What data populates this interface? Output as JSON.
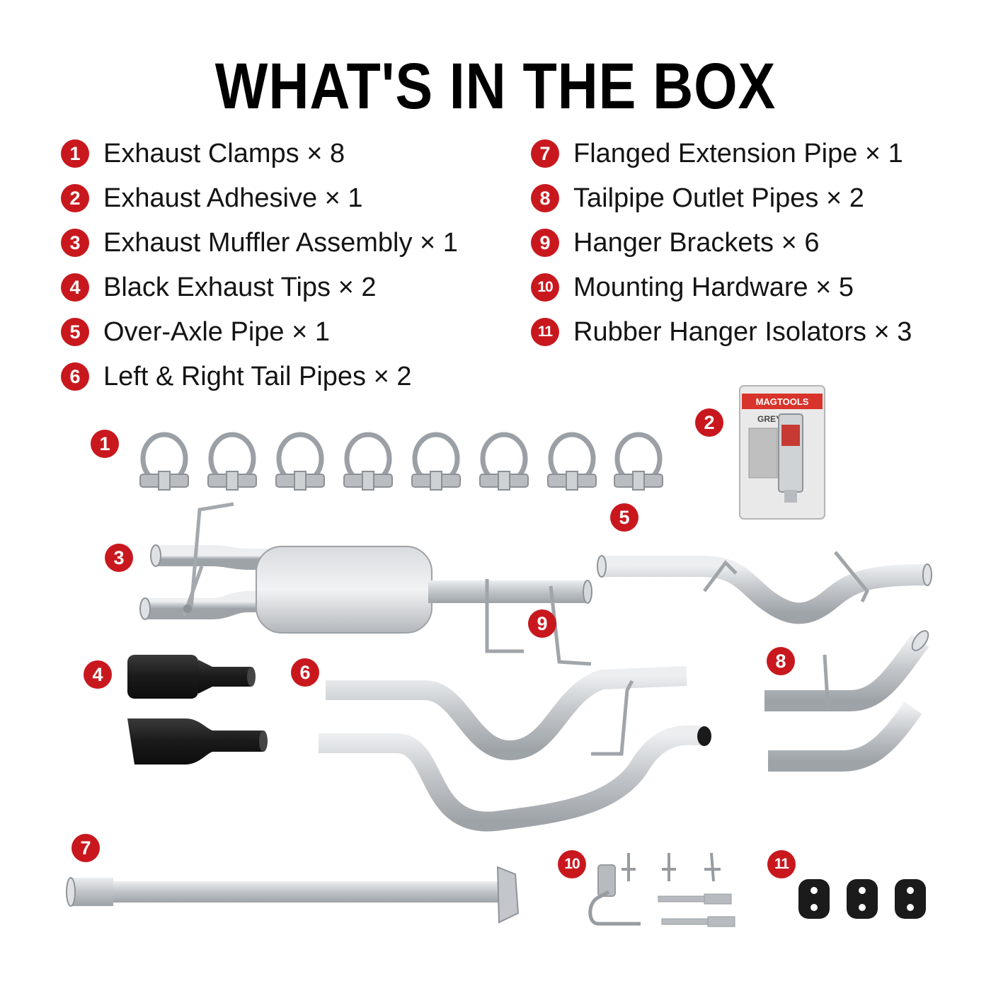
{
  "title": "WHAT'S IN THE BOX",
  "items": [
    {
      "num": "1",
      "label": "Exhaust Clamps × 8"
    },
    {
      "num": "2",
      "label": "Exhaust Adhesive × 1"
    },
    {
      "num": "3",
      "label": "Exhaust Muffler Assembly × 1"
    },
    {
      "num": "4",
      "label": "Black Exhaust Tips × 2"
    },
    {
      "num": "5",
      "label": "Over-Axle Pipe × 1"
    },
    {
      "num": "6",
      "label": "Left & Right Tail Pipes × 2"
    },
    {
      "num": "7",
      "label": "Flanged Extension Pipe × 1"
    },
    {
      "num": "8",
      "label": "Tailpipe Outlet Pipes × 2"
    },
    {
      "num": "9",
      "label": "Hanger Brackets × 6"
    },
    {
      "num": "10",
      "label": "Mounting Hardware × 5"
    },
    {
      "num": "11",
      "label": "Rubber Hanger Isolators × 3"
    }
  ],
  "package": {
    "brand": "MAGTOOLS",
    "product": "GREY"
  },
  "colors": {
    "accent": "#c8181e",
    "steel": "#c9ccd0",
    "black_tip": "#1d1d1d"
  }
}
